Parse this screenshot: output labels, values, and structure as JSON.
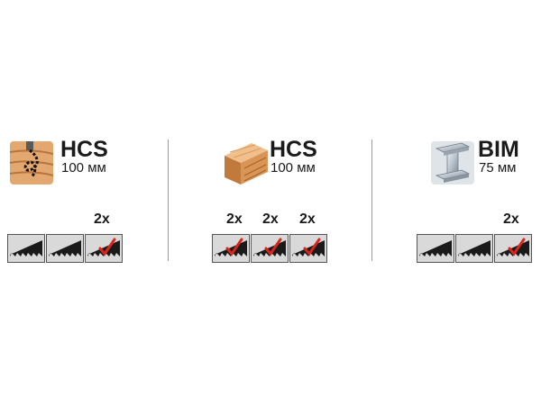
{
  "colors": {
    "divider": "#9a9a9a",
    "blade_bg": "#d9d9d9",
    "blade_border": "#555555",
    "teeth": "#1a1a1a",
    "check": "#d9261c",
    "wood_light": "#e8b07a",
    "wood_dark": "#b8733f",
    "metal": "#b9c2cc"
  },
  "groups": [
    {
      "material_icon": "curved-wood-cut-icon",
      "code": "HCS",
      "length": "100 мм",
      "quantities": [
        "",
        "",
        "2x"
      ],
      "blades": [
        {
          "icon": "saw-blade-icon",
          "checked": false
        },
        {
          "icon": "saw-blade-icon",
          "checked": false
        },
        {
          "icon": "saw-blade-checked-icon",
          "checked": true
        }
      ]
    },
    {
      "material_icon": "wood-beam-icon",
      "code": "HCS",
      "length": "100 мм",
      "quantities": [
        "2x",
        "2x",
        "2x"
      ],
      "blades": [
        {
          "icon": "saw-blade-checked-icon",
          "checked": true
        },
        {
          "icon": "saw-blade-checked-icon",
          "checked": true
        },
        {
          "icon": "saw-blade-checked-icon",
          "checked": true
        }
      ]
    },
    {
      "material_icon": "steel-beam-icon",
      "code": "BIM",
      "length": "75 мм",
      "quantities": [
        "",
        "",
        "2x"
      ],
      "blades": [
        {
          "icon": "saw-blade-icon",
          "checked": false
        },
        {
          "icon": "saw-blade-icon",
          "checked": false
        },
        {
          "icon": "saw-blade-checked-icon",
          "checked": true
        }
      ]
    }
  ]
}
